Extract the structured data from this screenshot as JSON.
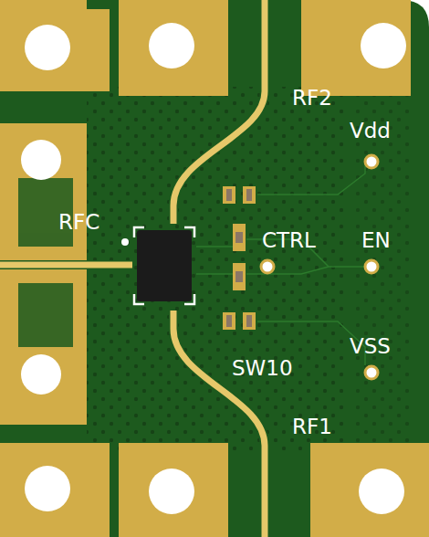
{
  "diagram": {
    "labels": [
      "RF2",
      "Vdd",
      "RFC",
      "CTRL",
      "EN",
      "VSS",
      "SW10",
      "RF1"
    ]
  }
}
